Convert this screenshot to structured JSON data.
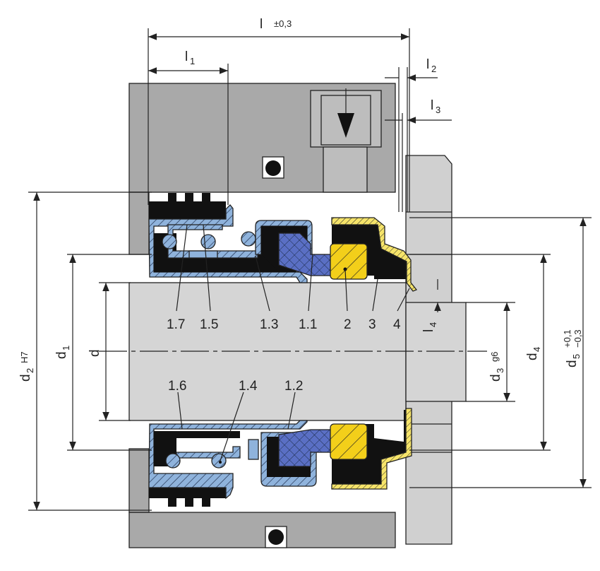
{
  "dimensions": {
    "l": {
      "symbol": "l",
      "tolerance": "±0,3"
    },
    "l1": {
      "symbol": "l",
      "sub": "1"
    },
    "l2": {
      "symbol": "l",
      "sub": "2"
    },
    "l3": {
      "symbol": "l",
      "sub": "3"
    },
    "l4": {
      "symbol": "l",
      "sub": "4"
    },
    "d": {
      "symbol": "d"
    },
    "d1": {
      "symbol": "d",
      "sub": "1"
    },
    "d2": {
      "symbol": "d",
      "sub": "2",
      "tolerance": "H7"
    },
    "d3": {
      "symbol": "d",
      "sub": "3",
      "tolerance": "g6"
    },
    "d4": {
      "symbol": "d",
      "sub": "4"
    },
    "d5": {
      "symbol": "d",
      "sub": "5",
      "tol_upper": "+0,1",
      "tol_lower": "−0,3"
    }
  },
  "part_labels": {
    "top": [
      "1.7",
      "1.5",
      "1.3",
      "1.1",
      "2",
      "3",
      "4"
    ],
    "bottom": [
      "1.6",
      "1.4",
      "1.2"
    ]
  },
  "colors": {
    "housing": "#a9a9a9",
    "shaft": "#d5d5d5",
    "rubber": "#111111",
    "sleeve": "#8fb3dc",
    "ring": "#5a6fc4",
    "seat": "#f3cf1a"
  }
}
